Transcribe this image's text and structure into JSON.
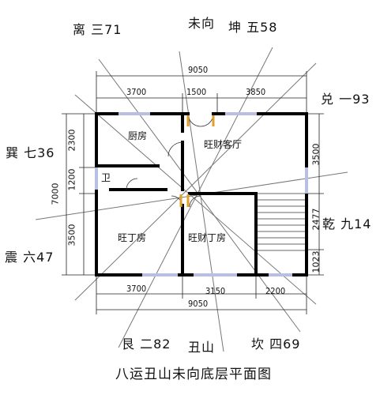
{
  "trigrams": {
    "li": "离 三71",
    "wei_xiang": "未向",
    "kun": "坤 五58",
    "dui": "兑 一93",
    "xun": "巽 七36",
    "qian": "乾 九14",
    "zhen": "震 六47",
    "gen": "艮 二82",
    "chou_shan": "丑山",
    "kan": "坎 四69"
  },
  "rooms": {
    "kitchen": "厨房",
    "wealth_living": "旺财客厅",
    "bath": "卫",
    "ding_room": "旺丁房",
    "wealth_ding_room": "旺财丁房"
  },
  "dims": {
    "top_total": "9050",
    "top_left": "3700",
    "top_mid": "1500",
    "top_right": "3850",
    "bottom_left": "3700",
    "bottom_mid": "3150",
    "bottom_right": "2200",
    "bottom_total": "9050",
    "left_2300": "2300",
    "left_1200": "1200",
    "left_7000": "7000",
    "left_3500": "3500",
    "right_3500": "3500",
    "right_2477": "2477",
    "right_1023": "1023"
  },
  "caption": "八运丑山未向底层平面图"
}
